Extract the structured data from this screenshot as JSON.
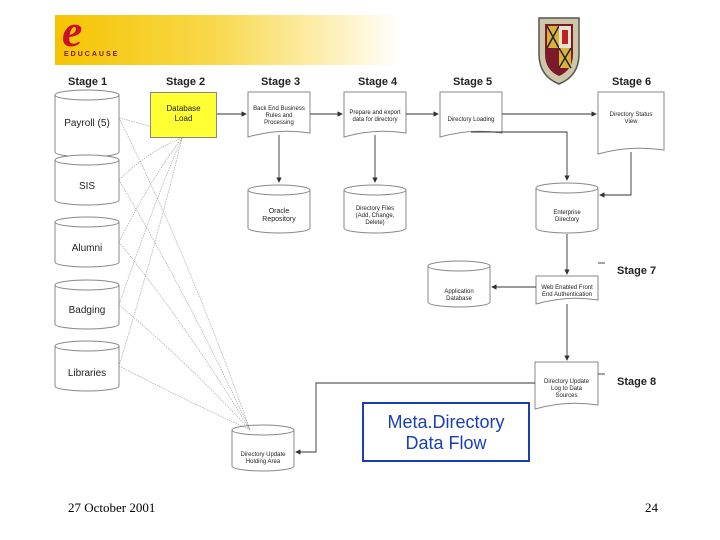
{
  "header": {
    "logo_letter": "e",
    "logo_word": "EDUCAUSE"
  },
  "stages": {
    "s1": "Stage 1",
    "s2": "Stage 2",
    "s3": "Stage 3",
    "s4": "Stage 4",
    "s5": "Stage 5",
    "s6": "Stage 6",
    "s7": "Stage 7",
    "s8": "Stage 8"
  },
  "sources": [
    "Payroll (5)",
    "SIS",
    "Alumni",
    "Badging",
    "Libraries"
  ],
  "nodes": {
    "database_load": "Database\nLoad",
    "back_end": "Back End Business\nRules and\nProcessing",
    "prepare_export": "Prepare and export\ndata for directory",
    "directory_loading": "Directory Loading",
    "directory_status": "Directory Status\nView",
    "oracle_repo": "Oracle\nRepository",
    "directory_files": "Directory Files\n(Add, Change,\nDelete)",
    "enterprise_dir": "Enterprise\nDirectory",
    "app_database": "Application\nDatabase",
    "web_auth": "Web Enabled Front\nEnd Authentication",
    "dir_update_log": "Directory Update\nLog to Data\nSources",
    "holding_area": "Directory Update\nHolding Area"
  },
  "title": {
    "line1": "Meta.Directory",
    "line2": "Data Flow"
  },
  "footer": {
    "date": "27 October 2001",
    "page": "24"
  },
  "colors": {
    "highlight": "#ffff33",
    "title_blue": "#1a3fb5",
    "logo_red": "#c8102e",
    "band_gold": "#f5c400"
  }
}
